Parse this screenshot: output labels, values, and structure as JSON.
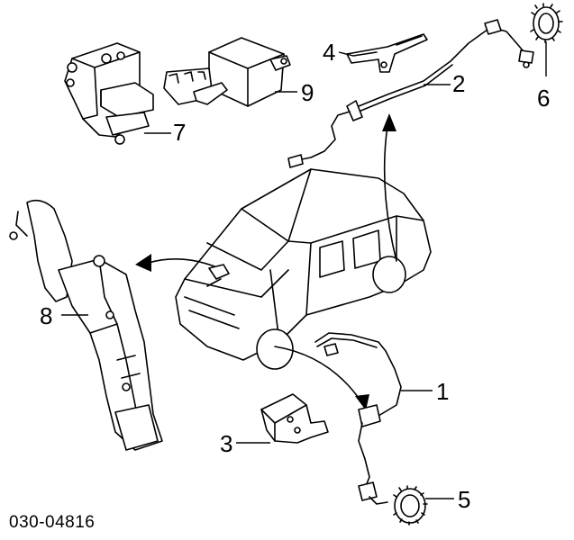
{
  "callouts": [
    {
      "id": "1",
      "label": "1"
    },
    {
      "id": "2",
      "label": "2"
    },
    {
      "id": "3",
      "label": "3"
    },
    {
      "id": "4",
      "label": "4"
    },
    {
      "id": "5",
      "label": "5"
    },
    {
      "id": "6",
      "label": "6"
    },
    {
      "id": "7",
      "label": "7"
    },
    {
      "id": "8",
      "label": "8"
    },
    {
      "id": "9",
      "label": "9"
    }
  ],
  "diagram_code": "030-04816"
}
